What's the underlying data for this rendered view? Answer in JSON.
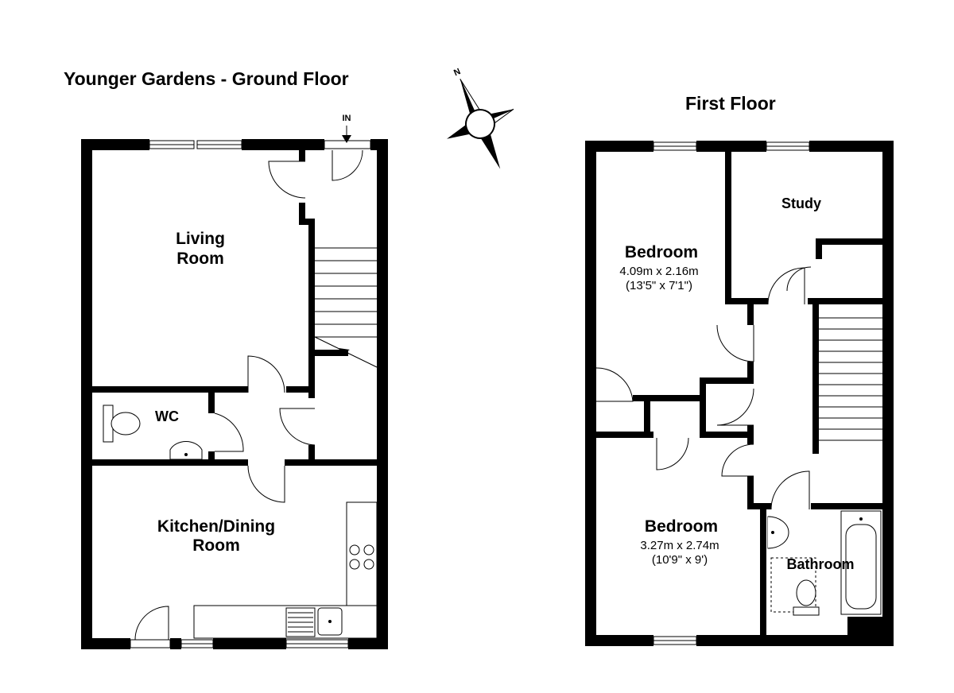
{
  "ground_floor": {
    "title": "Younger Gardens - Ground Floor",
    "entrance_label": "IN",
    "rooms": {
      "living": {
        "name_line1": "Living",
        "name_line2": "Room"
      },
      "wc": {
        "name": "WC"
      },
      "kitchen": {
        "name_line1": "Kitchen/Dining",
        "name_line2": "Room"
      }
    }
  },
  "first_floor": {
    "title": "First Floor",
    "rooms": {
      "study": {
        "name": "Study"
      },
      "bedroom1": {
        "name": "Bedroom",
        "dim_metric": "4.09m x 2.16m",
        "dim_imperial": "(13'5\" x 7'1\")"
      },
      "bedroom2": {
        "name": "Bedroom",
        "dim_metric": "3.27m x 2.74m",
        "dim_imperial": "(10'9\" x 9')"
      },
      "bathroom": {
        "name": "Bathroom"
      }
    }
  },
  "compass": {
    "north_label": "N"
  }
}
